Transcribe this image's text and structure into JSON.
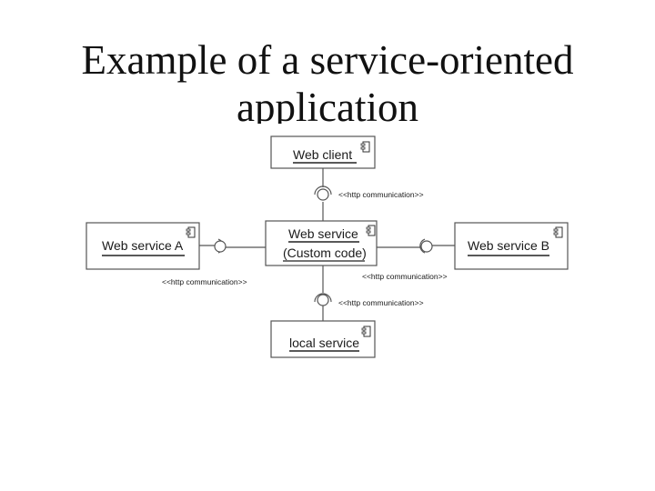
{
  "title": "Example of a service-oriented application",
  "components": {
    "web_client": "Web client",
    "web_service_a": "Web service A",
    "web_service_main": "Web service",
    "web_service_main_sub": "(Custom code)",
    "web_service_b": "Web service B",
    "local_service": "local service"
  },
  "connectors": {
    "client_to_main": "<<http communication>>",
    "a_to_main": "<<http communication>>",
    "main_to_b": "<<http communication>>",
    "main_to_local": "<<http communication>>"
  },
  "icons": {
    "component": "component-icon",
    "interface": "lollipop-interface-icon"
  }
}
